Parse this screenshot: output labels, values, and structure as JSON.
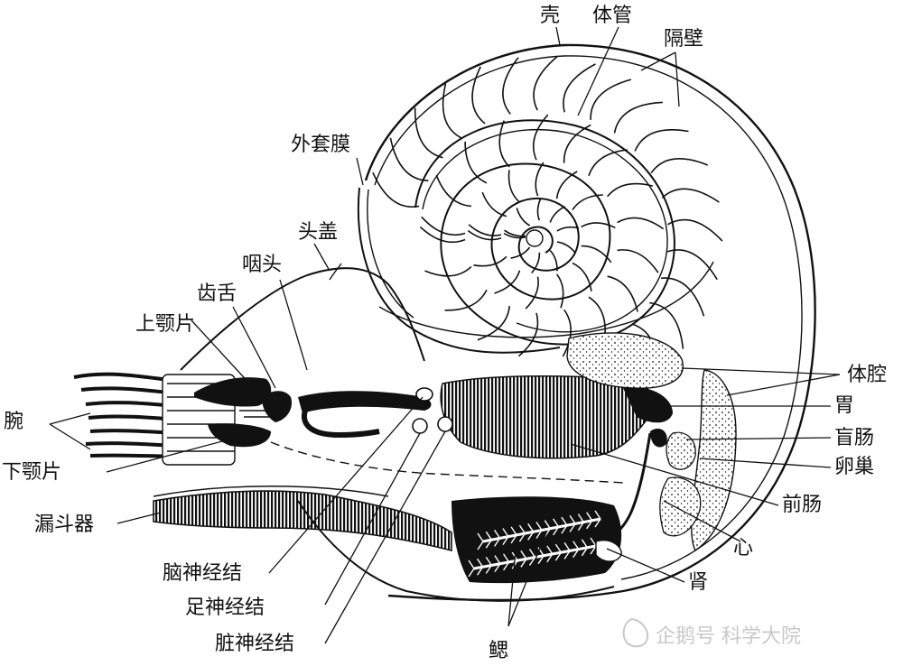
{
  "labels": {
    "shell": "壳",
    "siphuncle": "体管",
    "septa": "隔壁",
    "outer_mantle": "外套膜",
    "hood": "头盖",
    "pharynx": "咽头",
    "radula": "齿舌",
    "upper_jaw": "上颚片",
    "arms": "腕",
    "lower_jaw": "下颚片",
    "funnel": "漏斗器",
    "cerebral_ganglion": "脑神经结",
    "pedal_ganglion": "足神经结",
    "visceral_ganglion": "脏神经结",
    "gill": "鳃",
    "kidney": "肾",
    "heart": "心",
    "foregut": "前肠",
    "ovary": "卵巢",
    "caecum": "盲肠",
    "stomach": "胃",
    "coelom": "体腔"
  },
  "watermark": {
    "text": "企鹅号 科学大院"
  }
}
